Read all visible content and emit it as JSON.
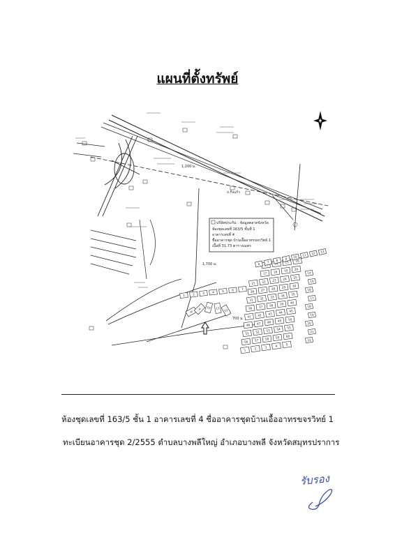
{
  "document": {
    "title": "แผนที่ตั้งทรัพย์",
    "caption_line1": "ห้องชุดเลขที่ 163/5 ชั้น 1 อาคารเลขที่ 4 ชื่ออาคารชุดบ้านเอื้ออาทรขจรวิทย์ 1",
    "caption_line2": "ทะเบียนอาคารชุด 2/2555 ตำบลบางพลีใหญ่ อำเภอบางพลี จังหวัดสมุทรปราการ",
    "certified_text": "รับรอง"
  },
  "map": {
    "info_box": {
      "line1": "บริษัทประกัน : ข้อมูลตลาดจังหวัด",
      "line2": "ห้องชุดเลขที่ 163/5 ชั้นที่ 1",
      "line3": "อาคารเลขที่ 4",
      "line4": "ชื่ออาคารชุด บ้านเอื้ออาทรขจรวิทย์ 1",
      "line5": "เนื้อที่ 31.73 ตารางเมตร"
    },
    "distance_1": "1,200 ม.",
    "distance_2": "1,700 ม.",
    "distance_3": "700 ม.",
    "road_label": "ถ.กิ่งแก้ว",
    "unit_numbers": [
      "1",
      "2",
      "3",
      "4",
      "5",
      "6",
      "7",
      "8",
      "9",
      "10",
      "11",
      "12",
      "13",
      "14",
      "15",
      "16",
      "17",
      "18",
      "19",
      "20",
      "21",
      "22",
      "23",
      "24",
      "25",
      "26",
      "27",
      "28",
      "29",
      "30",
      "31",
      "32",
      "33",
      "34",
      "35",
      "36",
      "37",
      "38",
      "39",
      "40",
      "41",
      "42",
      "43",
      "44",
      "45",
      "46",
      "47",
      "48",
      "49",
      "50",
      "51",
      "52",
      "53",
      "54",
      "55",
      "56",
      "57",
      "58",
      "59",
      "60"
    ]
  }
}
